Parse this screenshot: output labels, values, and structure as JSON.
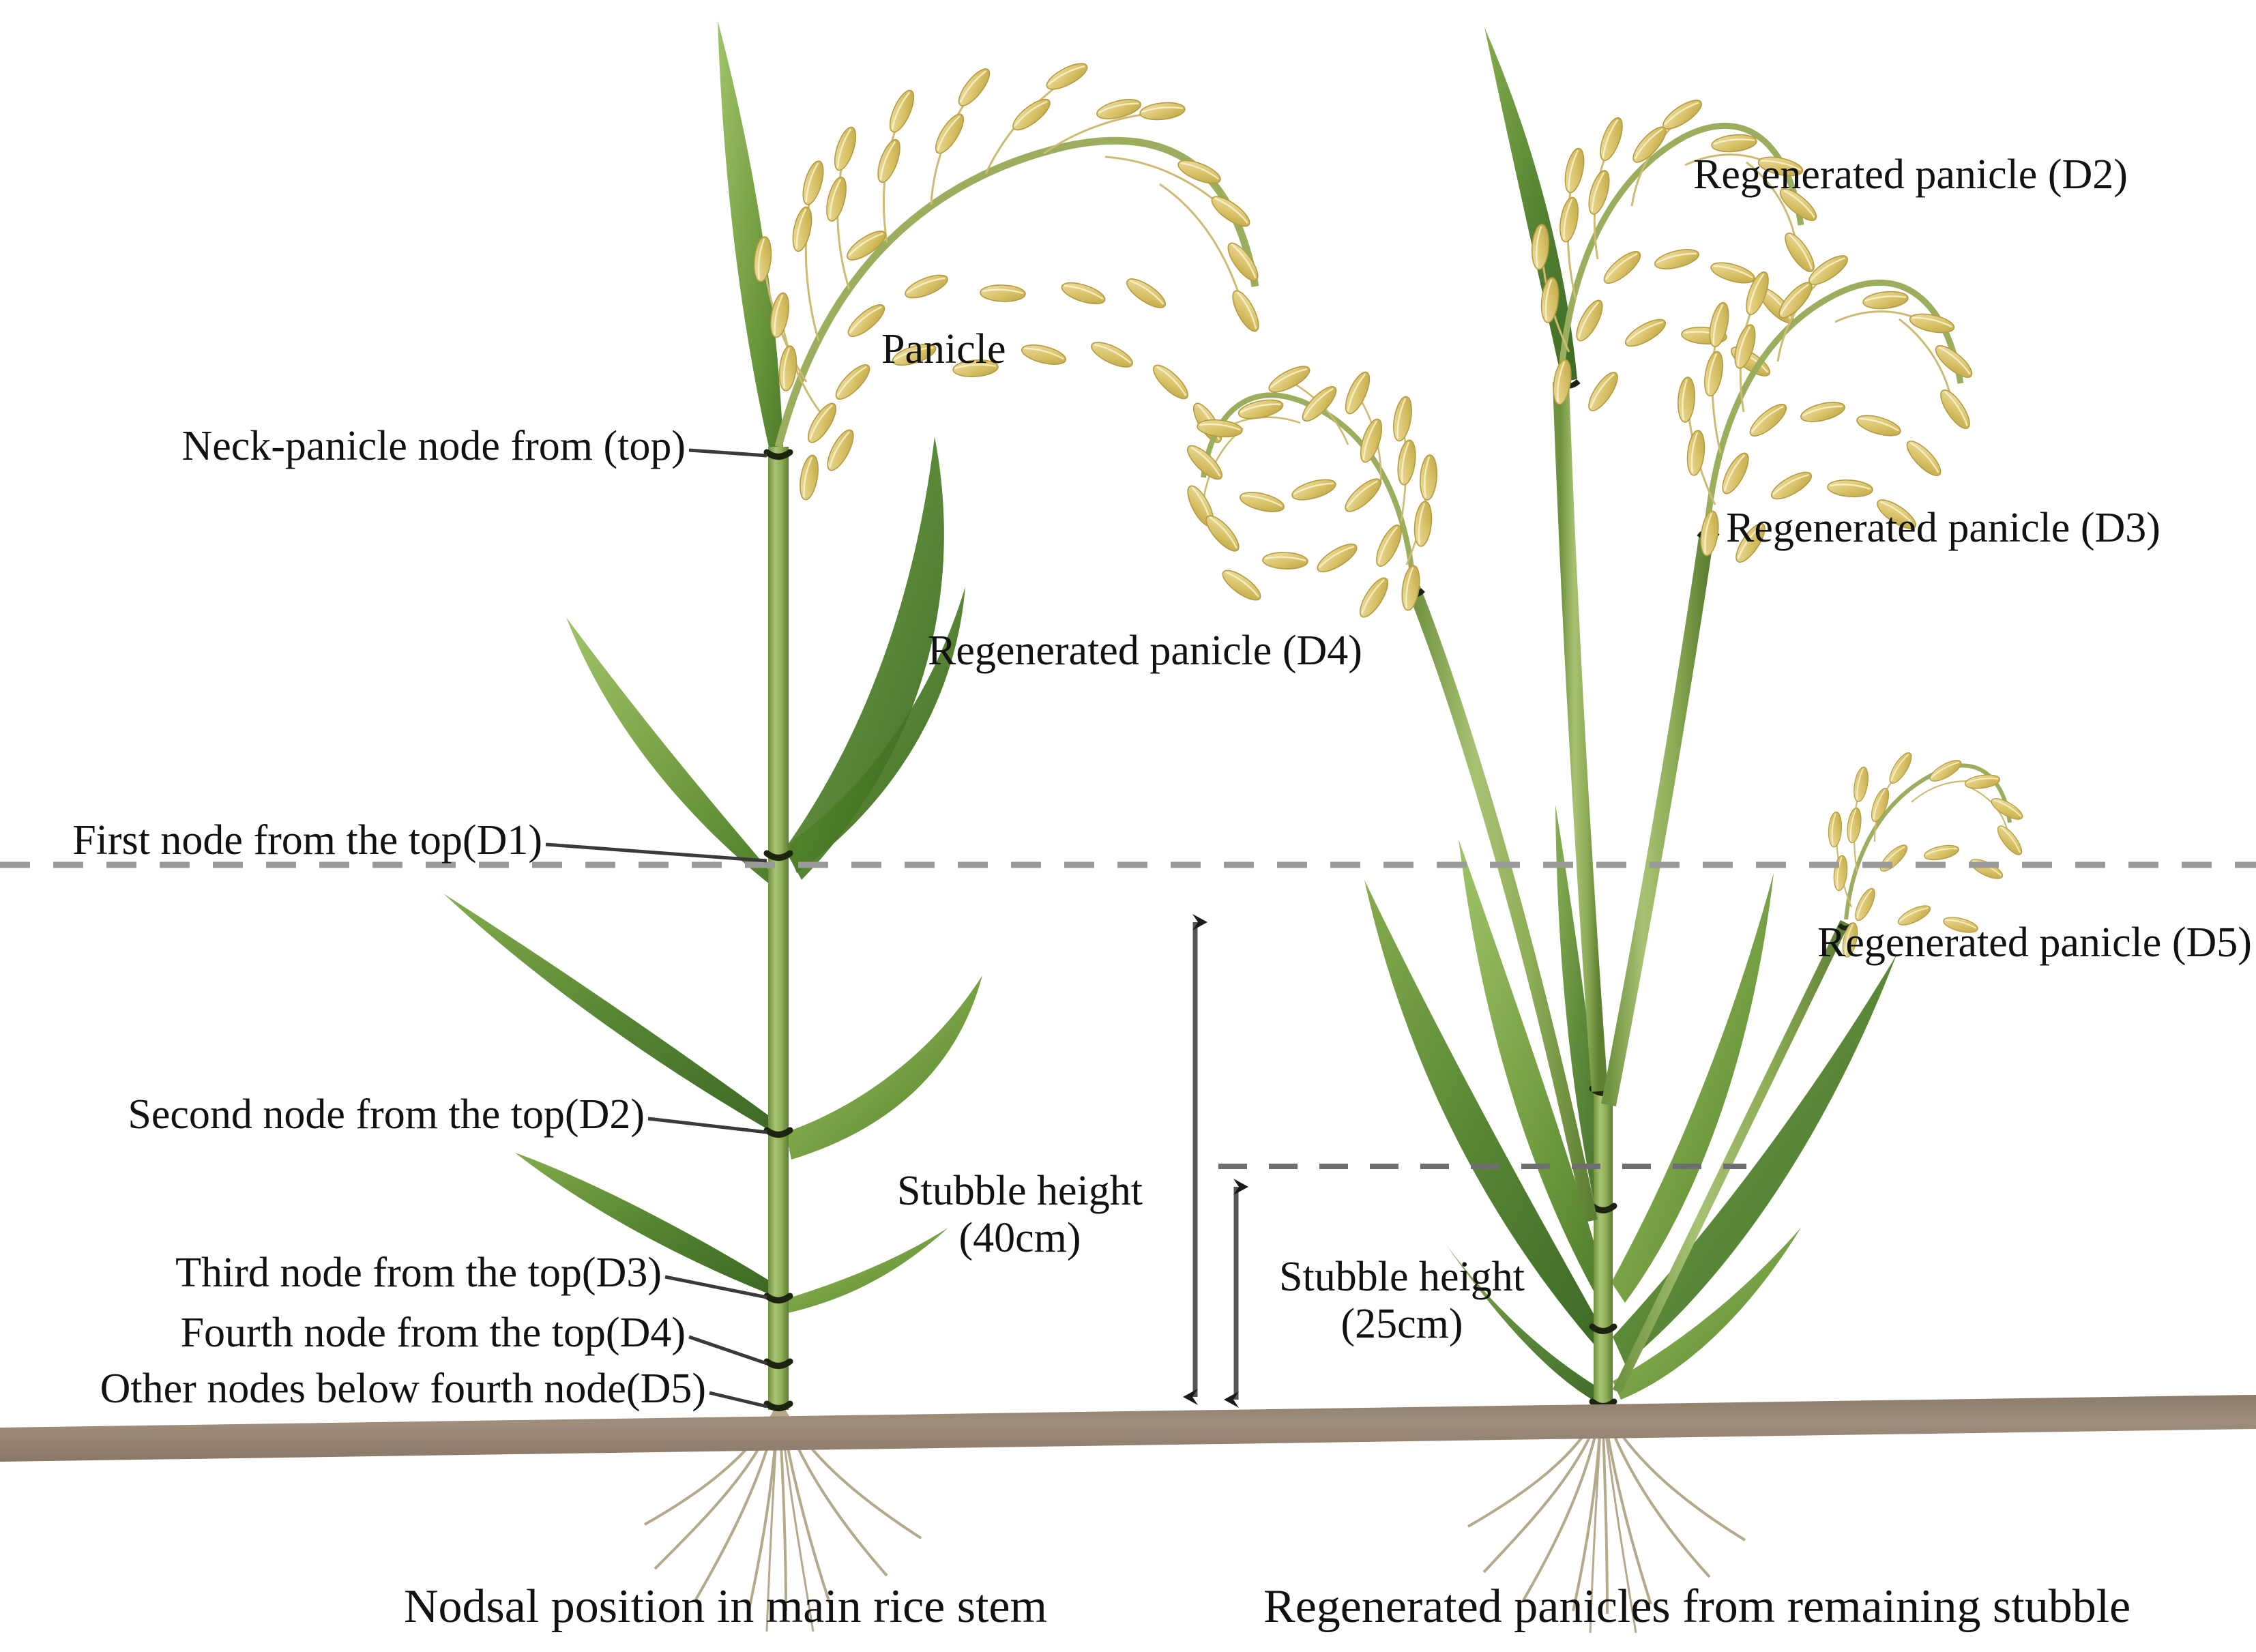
{
  "figure": {
    "title": "Rice stem nodal positions and regenerated panicles from stubble",
    "background_color": "#ffffff",
    "ground_color": "#9a8878",
    "stem_green": "#8aa85a",
    "leaf_green": "#5f8f36",
    "leaf_dark_green": "#3f6b22",
    "panicle_gold": "#d8c070",
    "panicle_gold_light": "#e6d79a",
    "node_color": "#1c2410",
    "root_color": "#b5a98c",
    "leader_line_color": "#3a3a3a",
    "dashed_line_color": "#9a9a9a",
    "arrow_color": "#1a1a1a"
  },
  "left_panel": {
    "caption": "Nodsal position in main rice stem",
    "labels": [
      {
        "id": "panicle",
        "text": "Panicle"
      },
      {
        "id": "neck_node",
        "text": "Neck-panicle node from (top)"
      },
      {
        "id": "node_d1",
        "text": "First node from the top(D1)"
      },
      {
        "id": "node_d2",
        "text": "Second node from the top(D2)"
      },
      {
        "id": "node_d3",
        "text": "Third node from the top(D3)"
      },
      {
        "id": "node_d4",
        "text": "Fourth node from the top(D4)"
      },
      {
        "id": "node_d5",
        "text": "Other nodes below fourth node(D5)"
      }
    ]
  },
  "right_panel": {
    "caption": "Regenerated panicles from remaining stubble",
    "labels": [
      {
        "id": "regen_d2",
        "text": "Regenerated panicle (D2)"
      },
      {
        "id": "regen_d3",
        "text": "Regenerated panicle (D3)"
      },
      {
        "id": "regen_d4",
        "text": "Regenerated panicle (D4)"
      },
      {
        "id": "regen_d5",
        "text": "Regenerated panicle (D5)"
      }
    ]
  },
  "measurements": {
    "stubble_40": {
      "line1": "Stubble height",
      "line2": "(40cm)",
      "value": 40,
      "unit": "cm"
    },
    "stubble_25": {
      "line1": "Stubble height",
      "line2": "(25cm)",
      "value": 25,
      "unit": "cm"
    }
  }
}
